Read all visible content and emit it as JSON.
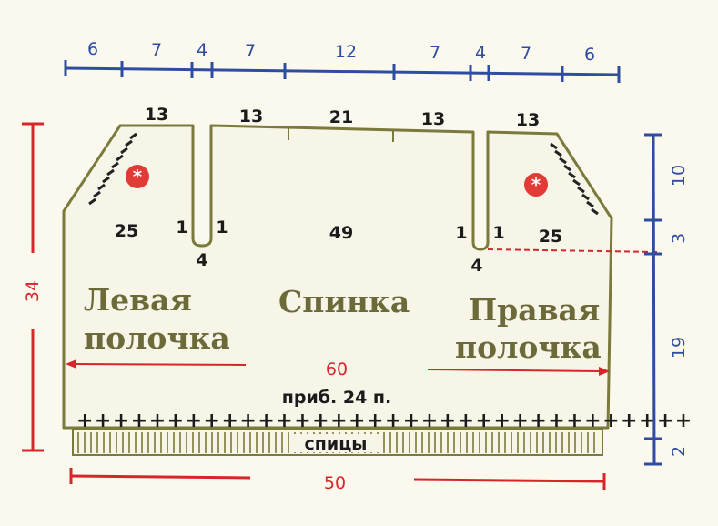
{
  "top_dims": [
    "6",
    "7",
    "4",
    "7",
    "12",
    "7",
    "4",
    "7",
    "6"
  ],
  "neck_dims": {
    "left_shoulder": "13",
    "left_neck": "13",
    "back_neck": "21",
    "right_neck": "13",
    "right_shoulder": "13"
  },
  "stitch_counts": {
    "left_front": "25",
    "back": "49",
    "right_front": "25"
  },
  "armhole_dims": {
    "left_inner_a": "1",
    "left_inner_b": "1",
    "left_bottom": "4",
    "right_inner_a": "1",
    "right_inner_b": "1",
    "right_bottom": "4"
  },
  "right_dims": [
    "10",
    "3",
    "19",
    "2"
  ],
  "left_height": "34",
  "labels": {
    "left_front_line1": "Левая",
    "left_front_line2": "полочка",
    "back": "Спинка",
    "right_front_line1": "Правая",
    "right_front_line2": "полочка"
  },
  "width_upper": "60",
  "increase_note": "приб. 24 п.",
  "border_label": "спицы",
  "width_lower": "50",
  "colors": {
    "blue": "#2f4da0",
    "red": "#d7262a",
    "outline": "#7a7a3c",
    "fill": "#f7f4e8"
  }
}
